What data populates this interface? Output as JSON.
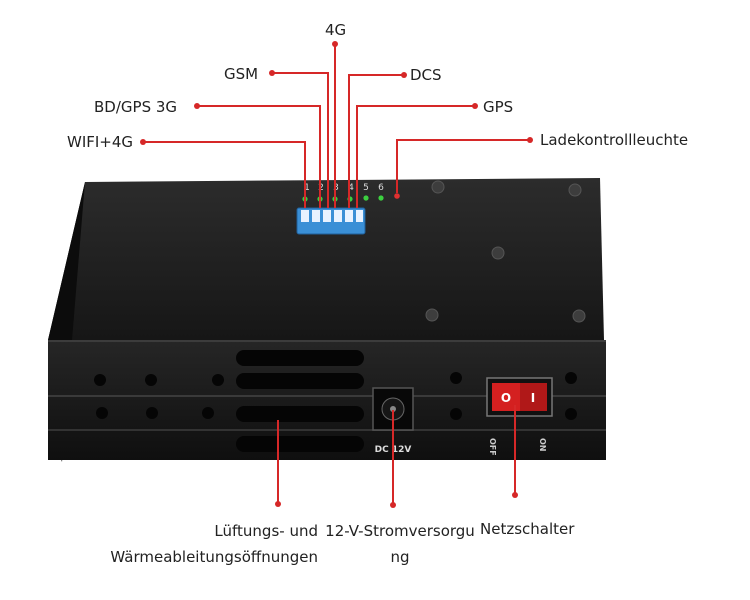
{
  "labels": {
    "lte": "4G",
    "gsm": "GSM",
    "dcs": "DCS",
    "bdgps": "BD/GPS 3G",
    "gps": "GPS",
    "wifi": "WIFI+4G",
    "charge_led": "Ladekontrollleuchte",
    "vents": "Lüftungs- und Wärmeableitungsöffnungen",
    "power_supply": "12-V-Stromversorgung",
    "switch": "Netzschalter"
  },
  "device": {
    "dip_numbers": [
      "1",
      "2",
      "3",
      "4",
      "5",
      "6"
    ],
    "dc_label": "DC 12V",
    "off_label": "OFF",
    "on_label": "ON",
    "switch_off_symbol": "O",
    "switch_on_symbol": "I"
  },
  "colors": {
    "accent_line": "#d62828",
    "device_body": "#1c1c1c",
    "dip_switch": "#3a8fd6",
    "led_green": "#3cd040",
    "led_red": "#e03030",
    "switch_body": "#d42020"
  }
}
